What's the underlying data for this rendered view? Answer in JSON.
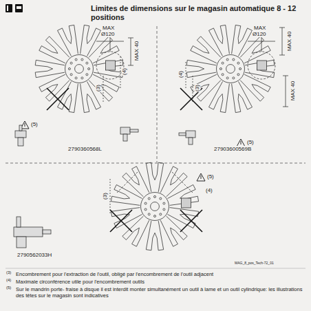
{
  "diagram": {
    "title": "Limites de dimensions sur le magasin automatique 8 - 12 positions",
    "labels": [
      "MAX",
      "Ø120",
      "MAX 40",
      "(4)",
      "(3)",
      "(5)",
      "2790360568L",
      "MAX",
      "Ø120",
      "MAX 40",
      "(4)",
      "(3)",
      "MAX 40",
      "(5)",
      "27903600569B",
      "(3)",
      "(4)",
      "(5)",
      "2790562033H",
      "MAG_8_pos_Tech-72_01",
      "(3)",
      "Encombrement pour l'extraction de l'outil, obligé par l'encombrement de l'outil adjacent",
      "(4)",
      "Maximale circonférence utile pour l'encombrement outils",
      "(5)",
      "Sur le mandrin porte- fraise à disque il est interdit monter simultanément  un outil à lame et un outil cylindrique: les illustrations des têtes sur le magasin sont indicatives"
    ]
  }
}
